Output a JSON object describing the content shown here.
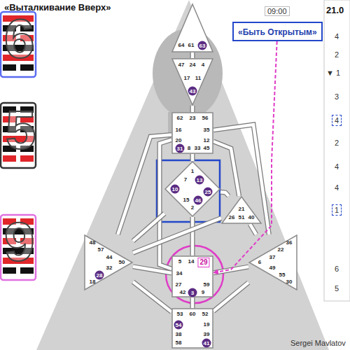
{
  "diagram": {
    "title": "«Выталкивание Вверх»",
    "nodes": [
      {
        "text": [
          "64",
          "61",
          "63"
        ]
      },
      {
        "text": [
          "47",
          "24",
          "4",
          "17",
          "11",
          "43"
        ]
      },
      {
        "text": [
          "62",
          "23",
          "56",
          "16",
          "35",
          "20",
          "31",
          "8",
          "33",
          "12",
          "45"
        ]
      },
      {
        "text": [
          "1",
          "7",
          "13",
          "10",
          "25",
          "46",
          "15",
          "2"
        ]
      },
      {
        "text": [
          "21",
          "26",
          "51",
          "40"
        ]
      },
      {
        "text": [
          "48",
          "57",
          "44",
          "50",
          "32",
          "28",
          "18"
        ]
      },
      {
        "text": [
          "5",
          "14",
          "29",
          "34",
          "27",
          "59",
          "42",
          "3",
          "9"
        ]
      },
      {
        "text": [
          "36",
          "22",
          "37",
          "6",
          "49",
          "55",
          "30"
        ]
      },
      {
        "text": [
          "53",
          "60",
          "52",
          "54",
          "19",
          "38",
          "39",
          "58",
          "41"
        ]
      },
      {
        "text": [
          "«Быть Открытым»"
        ]
      }
    ],
    "edges": [
      {
        "from": 0,
        "to": 1,
        "arrow": "none"
      },
      {
        "from": 1,
        "to": 2,
        "arrow": "none"
      },
      {
        "from": 2,
        "to": 3,
        "arrow": "none"
      },
      {
        "from": 2,
        "to": 4,
        "arrow": "none"
      },
      {
        "from": 2,
        "to": 5,
        "arrow": "none"
      },
      {
        "from": 2,
        "to": 6,
        "arrow": "none"
      },
      {
        "from": 2,
        "to": 7,
        "arrow": "none"
      },
      {
        "from": 3,
        "to": 4,
        "arrow": "none"
      },
      {
        "from": 3,
        "to": 5,
        "arrow": "none"
      },
      {
        "from": 3,
        "to": 6,
        "arrow": "none"
      },
      {
        "from": 4,
        "to": 5,
        "arrow": "none"
      },
      {
        "from": 4,
        "to": 7,
        "arrow": "none"
      },
      {
        "from": 5,
        "to": 6,
        "arrow": "none"
      },
      {
        "from": 5,
        "to": 8,
        "arrow": "none"
      },
      {
        "from": 6,
        "to": 7,
        "arrow": "none"
      },
      {
        "from": 6,
        "to": 8,
        "arrow": "none"
      },
      {
        "from": 7,
        "to": 8,
        "arrow": "none"
      },
      {
        "from": 9,
        "to": 6,
        "arrow": "to"
      }
    ],
    "labels": [
      "09:00",
      "21.0",
      "4",
      "2",
      "▼ 1",
      "3",
      "4",
      "2",
      "4",
      "4",
      "1",
      "6",
      "5",
      "6",
      "5",
      "9",
      "Sergei Mavlatov"
    ]
  }
}
